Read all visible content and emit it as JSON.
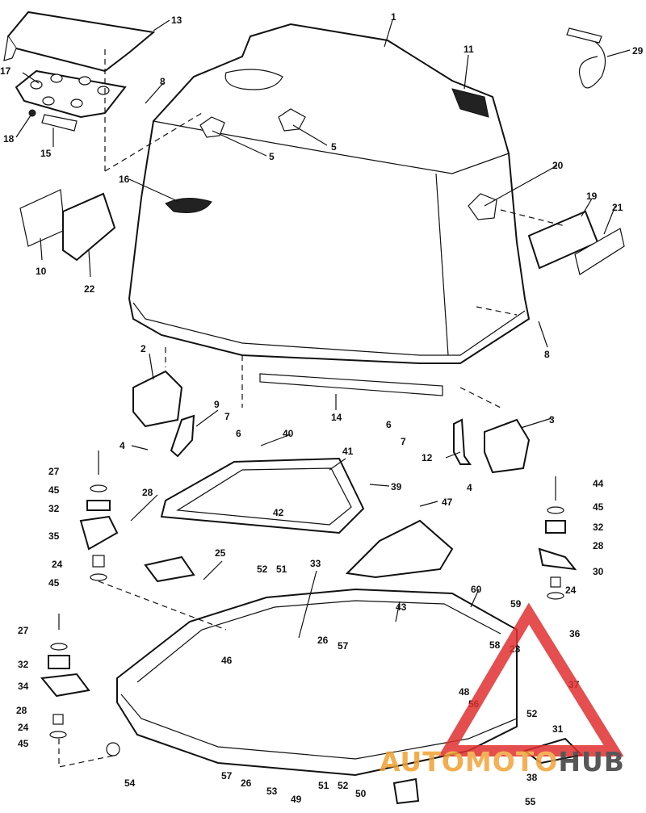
{
  "diagram": {
    "callouts": [
      "1",
      "2",
      "3",
      "4",
      "4",
      "5",
      "5",
      "6",
      "6",
      "7",
      "7",
      "8",
      "8",
      "9",
      "10",
      "11",
      "12",
      "13",
      "14",
      "15",
      "16",
      "17",
      "18",
      "19",
      "20",
      "21",
      "22",
      "23",
      "24",
      "24",
      "24",
      "25",
      "26",
      "26",
      "27",
      "27",
      "28",
      "28",
      "28",
      "29",
      "30",
      "31",
      "32",
      "32",
      "32",
      "33",
      "34",
      "35",
      "36",
      "37",
      "38",
      "39",
      "40",
      "41",
      "42",
      "43",
      "44",
      "45",
      "45",
      "45",
      "45",
      "46",
      "47",
      "48",
      "49",
      "50",
      "51",
      "51",
      "52",
      "52",
      "52",
      "53",
      "54",
      "55",
      "56",
      "57",
      "57",
      "58",
      "59",
      "60"
    ]
  },
  "watermark": {
    "text_parts": [
      "AUTO",
      "MOTO",
      "HUB"
    ],
    "colors": {
      "auto": "#f0a030",
      "moto": "#f3a33a",
      "hub": "#3a3a3a",
      "logo": "#e03030"
    }
  }
}
